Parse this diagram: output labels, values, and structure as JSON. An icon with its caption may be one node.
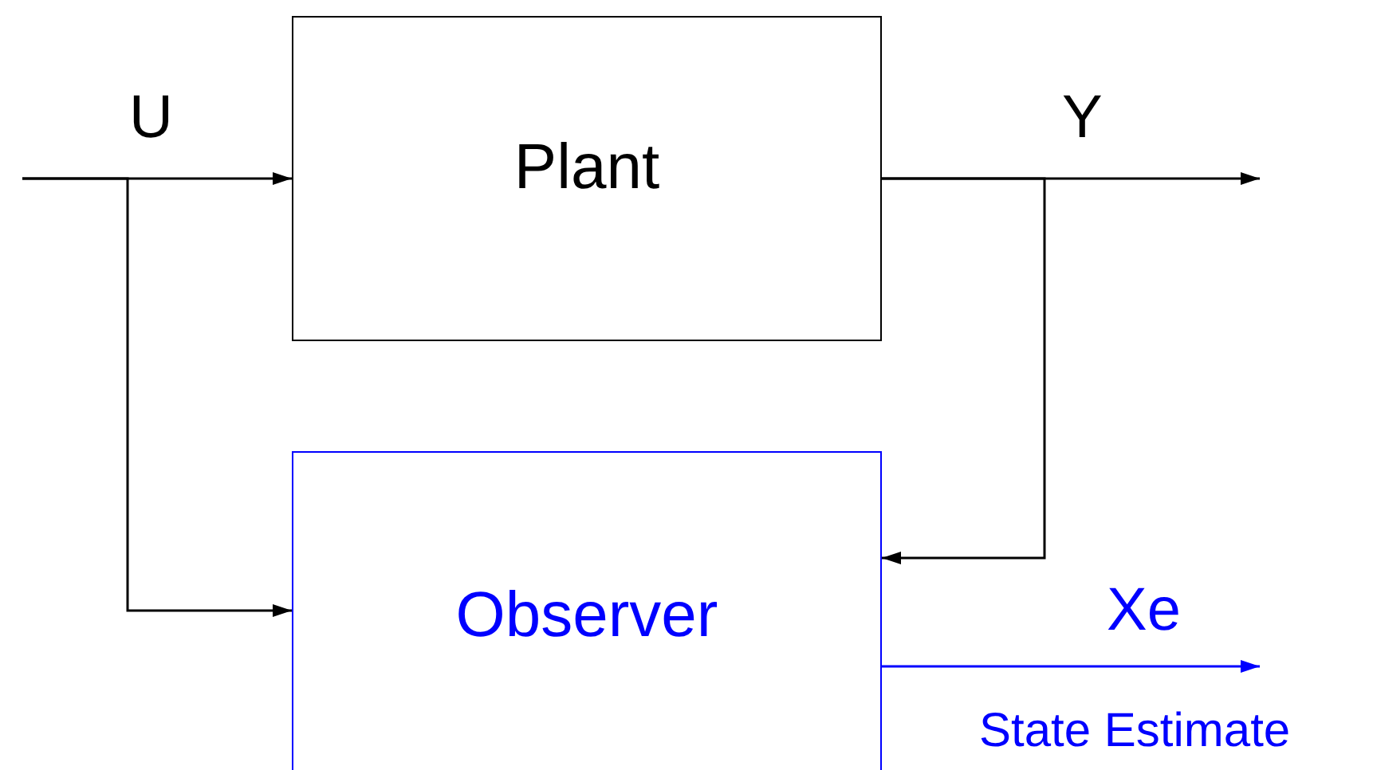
{
  "diagram": {
    "nodes": [
      {
        "text": [
          "Plant"
        ]
      },
      {
        "text": [
          "Observer"
        ]
      }
    ],
    "edges": [
      {
        "from": null,
        "to": 0,
        "arrow": "to",
        "label": "U"
      },
      {
        "from": null,
        "to": 1,
        "arrow": "to"
      },
      {
        "from": 0,
        "to": null,
        "arrow": "to",
        "label": "Y"
      },
      {
        "from": 0,
        "to": 1,
        "arrow": "to"
      },
      {
        "from": 1,
        "to": null,
        "arrow": "to",
        "label": "Xe",
        "color": "#0000ff"
      }
    ],
    "labels": [
      "State Estimate"
    ]
  }
}
